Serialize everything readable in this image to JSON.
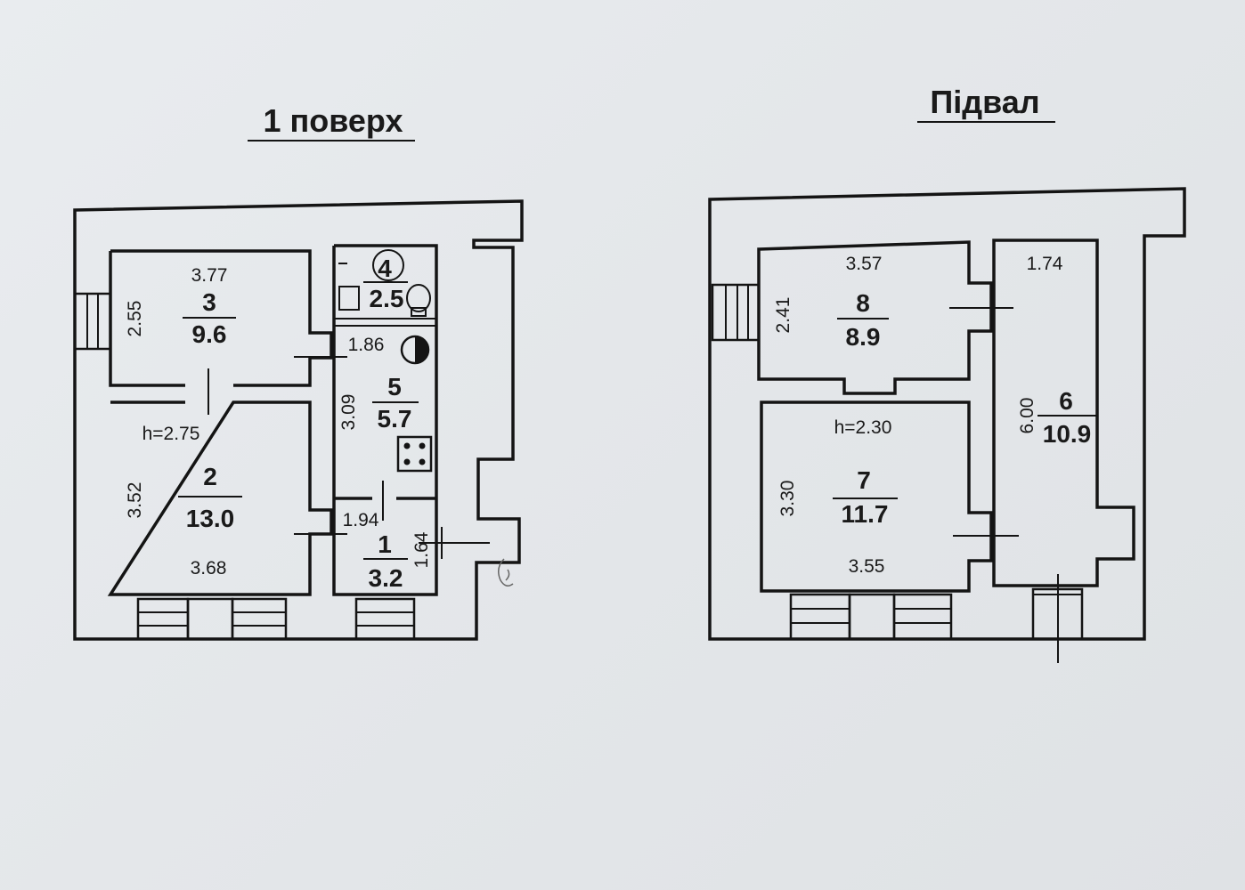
{
  "floor1": {
    "title": "1 поверх",
    "height": "h=2.75",
    "rooms": [
      {
        "num": "3",
        "area": "9.6",
        "width": "3.77",
        "depth": "2.55"
      },
      {
        "num": "2",
        "area": "13.0",
        "width": "3.68",
        "depth": "3.52"
      },
      {
        "num": "4",
        "area": "2.5"
      },
      {
        "num": "5",
        "area": "5.7",
        "width": "1.86",
        "depth": "3.09"
      },
      {
        "num": "1",
        "area": "3.2",
        "width": "1.94",
        "depth": "1.64"
      }
    ]
  },
  "basement": {
    "title": "Підвал",
    "height": "h=2.30",
    "rooms": [
      {
        "num": "8",
        "area": "8.9",
        "width": "3.57",
        "depth": "2.41"
      },
      {
        "num": "7",
        "area": "11.7",
        "width": "3.55",
        "depth": "3.30"
      },
      {
        "num": "6",
        "area": "10.9",
        "width": "1.74",
        "depth": "6.00"
      }
    ]
  }
}
